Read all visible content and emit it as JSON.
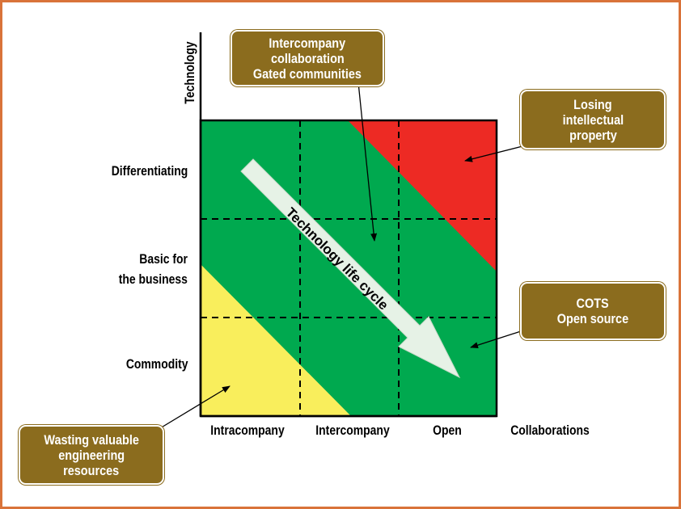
{
  "axes": {
    "y_title": "Technology",
    "x_title": "Collaborations",
    "y_levels": [
      "Differentiating",
      "Basic for\nthe business",
      "Commodity"
    ],
    "x_levels": [
      "Intracompany",
      "Intercompany",
      "Open"
    ]
  },
  "arrow_label": "Technology life cycle",
  "callouts": {
    "intercompany": [
      "Intercompany",
      "collaboration",
      "Gated communities"
    ],
    "losing": [
      "Losing",
      "intellectual",
      "property"
    ],
    "cots": [
      "COTS",
      "Open source"
    ],
    "wasting": [
      "Wasting valuable",
      "engineering",
      "resources"
    ]
  },
  "colors": {
    "green": "#00a94f",
    "red": "#ed2a24",
    "yellow": "#f9ee5c",
    "callout_bg": "#8b6c1e",
    "frame": "#d9733a",
    "arrow": "#e6f2e6"
  }
}
